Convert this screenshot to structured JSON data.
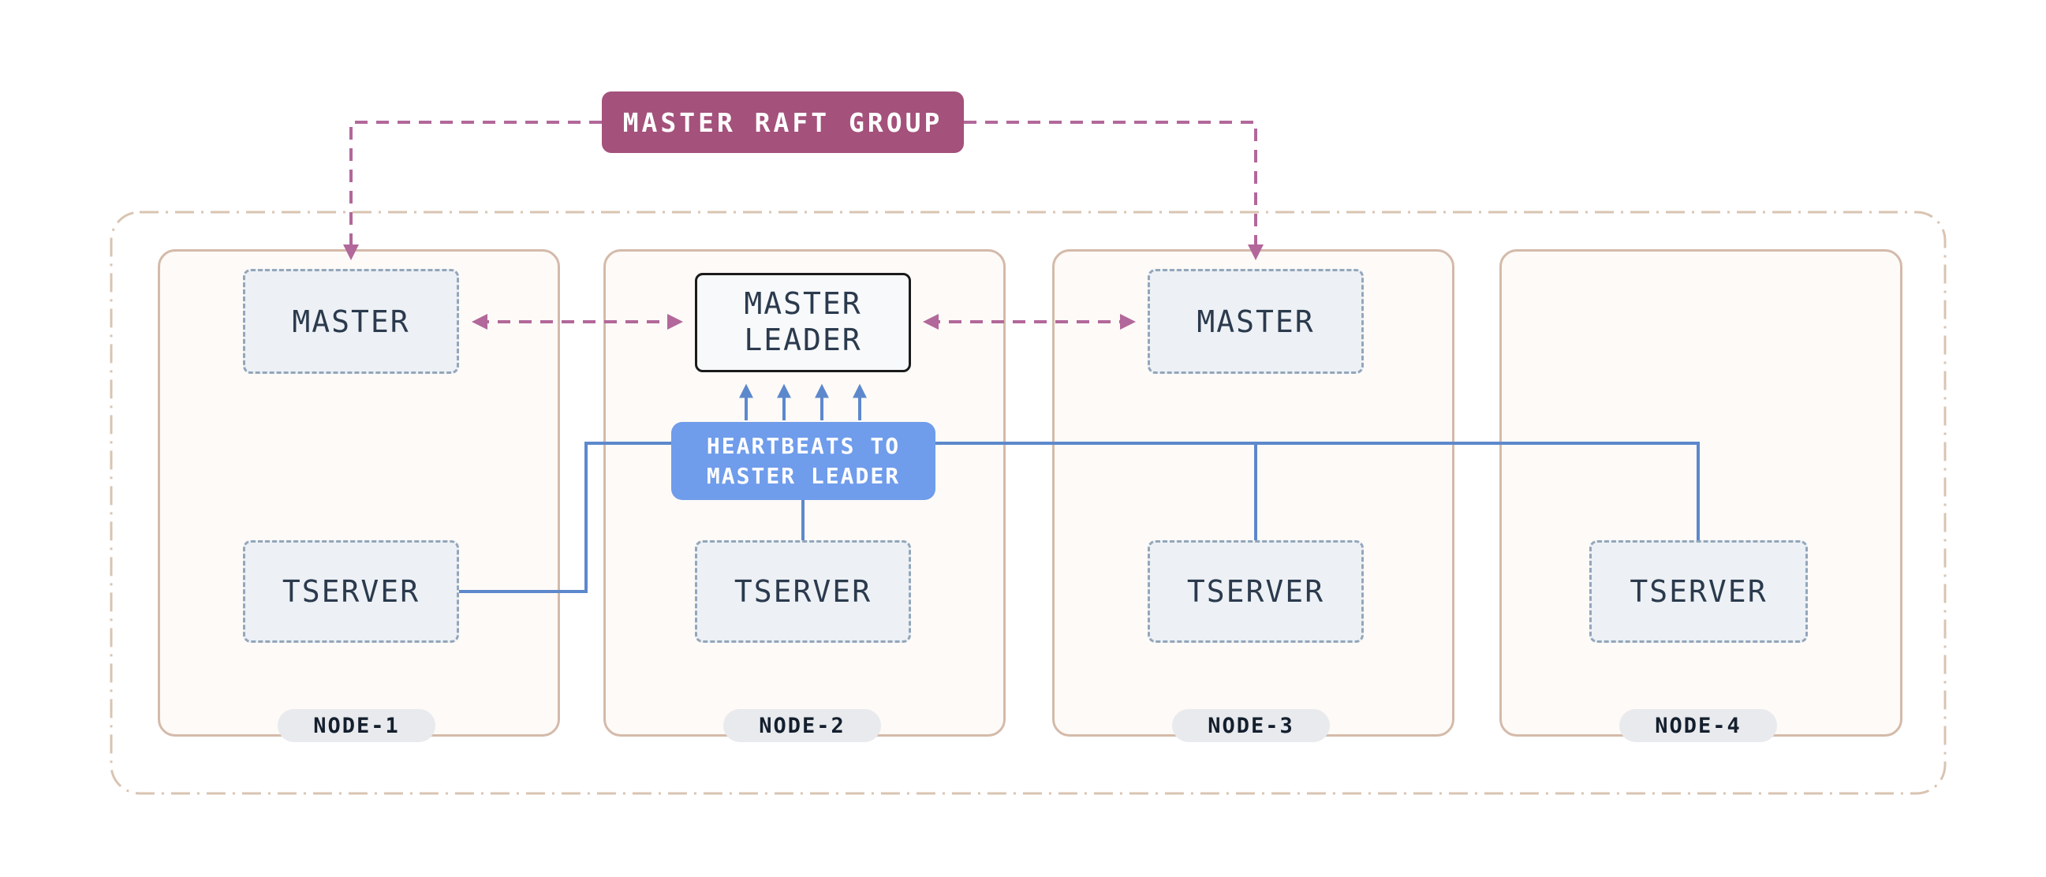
{
  "diagram": {
    "title": "Master Raft Group cluster diagram",
    "raft_group": {
      "label": "MASTER RAFT GROUP"
    },
    "master_leader": {
      "label": "MASTER\nLEADER"
    },
    "heartbeats": {
      "label": "HEARTBEATS TO\nMASTER LEADER"
    },
    "nodes": [
      {
        "label": "NODE-1",
        "master": "MASTER",
        "tserver": "TSERVER"
      },
      {
        "label": "NODE-2",
        "tserver": "TSERVER"
      },
      {
        "label": "NODE-3",
        "master": "MASTER",
        "tserver": "TSERVER"
      },
      {
        "label": "NODE-4",
        "tserver": "TSERVER"
      }
    ],
    "colors": {
      "page_background": "#ffffff",
      "outer_boundary_border": "#d9c4b2",
      "node_border": "#d4baaa",
      "node_fill": "#fdfaf7",
      "raft_fill": "#a4517b",
      "raft_text": "#ffffff",
      "raft_line": "#b2689a",
      "server_box_fill": "#edf1f5",
      "server_box_border": "#93a6bb",
      "server_box_text": "#2b3a4d",
      "leader_border": "#1b1b1b",
      "leader_fill": "#f7f9fb",
      "heartbeat_fill": "#6f9ceb",
      "heartbeat_text": "#ffffff",
      "blue_line": "#5d88cc",
      "node_pill_fill": "#e8eaed",
      "node_pill_text": "#141f2e"
    }
  }
}
